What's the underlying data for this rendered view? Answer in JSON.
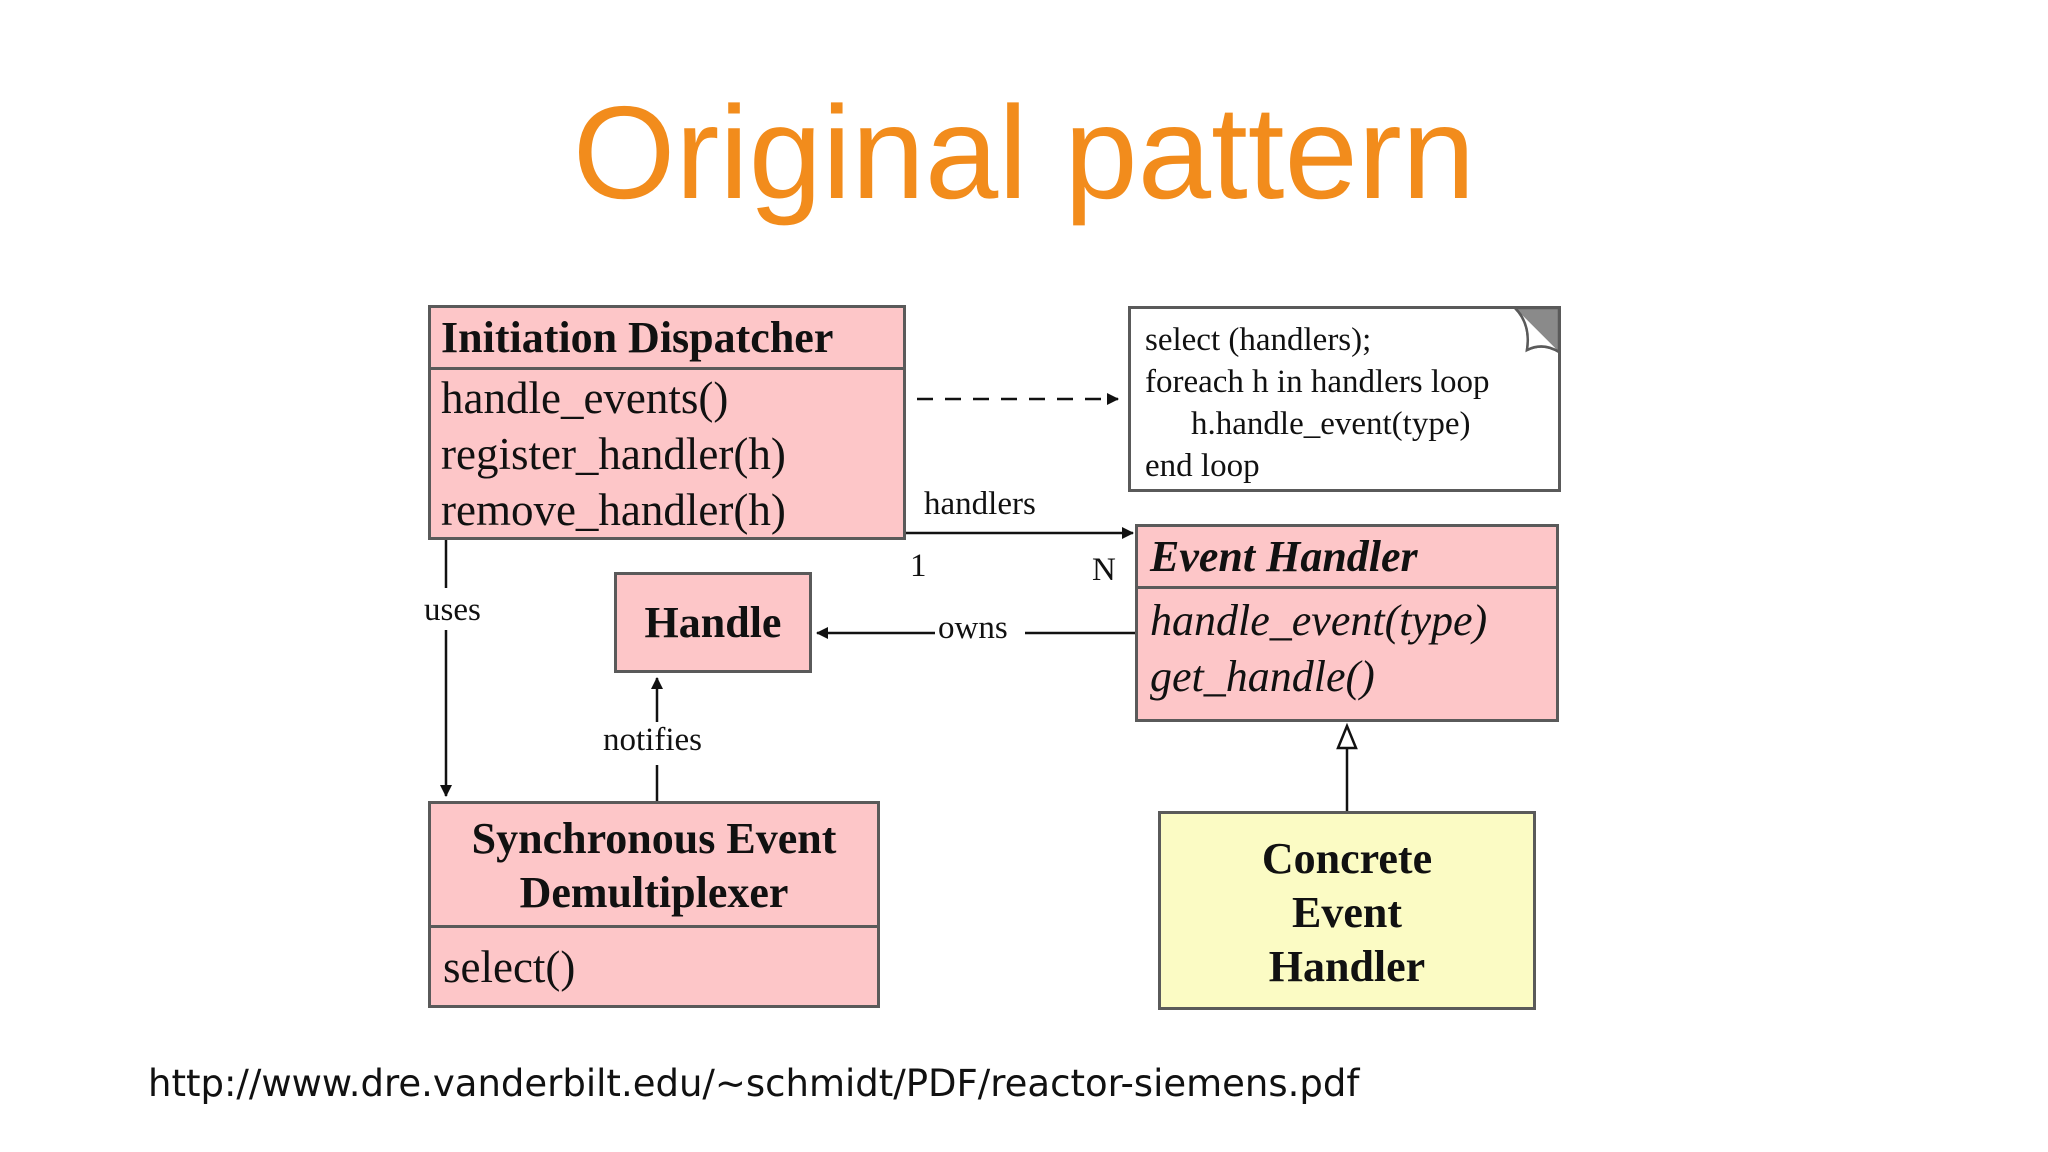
{
  "slide": {
    "title": "Original pattern",
    "source_url": "http://www.dre.vanderbilt.edu/~schmidt/PDF/reactor-siemens.pdf"
  },
  "diagram": {
    "initiation_dispatcher": {
      "name": "Initiation Dispatcher",
      "methods": [
        "handle_events()",
        "register_handler(h)",
        "remove_handler(h)"
      ]
    },
    "note": {
      "lines": [
        "select (handlers);",
        "foreach h in handlers loop",
        "h.handle_event(type)",
        "end loop"
      ]
    },
    "event_handler": {
      "name": "Event Handler",
      "methods": [
        "handle_event(type)",
        "get_handle()"
      ]
    },
    "handle": {
      "name": "Handle"
    },
    "sync_demux": {
      "name_line1": "Synchronous Event",
      "name_line2": "Demultiplexer",
      "methods": [
        "select()"
      ]
    },
    "concrete_handler": {
      "name_line1": "Concrete",
      "name_line2": "Event",
      "name_line3": "Handler"
    },
    "labels": {
      "handlers": "handlers",
      "mult_one": "1",
      "mult_n": "N",
      "uses": "uses",
      "owns": "owns",
      "notifies": "notifies"
    },
    "colors": {
      "class_fill": "#fdc6c8",
      "concrete_fill": "#fbfbc4",
      "title": "#f28c1c"
    }
  }
}
